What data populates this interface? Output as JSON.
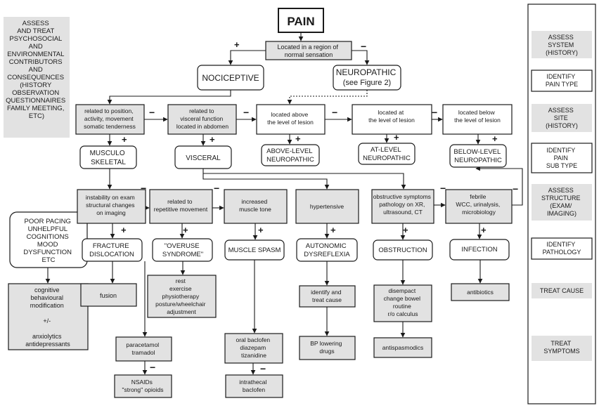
{
  "left_panel": {
    "top_block": [
      "ASSESS",
      "AND TREAT",
      "PSYCHOSOCIAL",
      "AND",
      "ENVIRONMENTAL",
      "CONTRIBUTORS",
      "AND",
      "CONSEQUENCES",
      "",
      "(HISTORY",
      "OBSERVATION",
      "QUESTIONNAIRES",
      "FAMILY MEETING,",
      "ETC)"
    ],
    "psych_factors": [
      "POOR PACING",
      "UNHELPFUL",
      "COGNITIONS",
      "MOOD",
      "DYSFUNCTION",
      "ETC"
    ],
    "psych_treatment": [
      "cognitive",
      "behavioural",
      "modification",
      "",
      "+/-",
      "",
      "anxiolytics",
      "antidepressants"
    ]
  },
  "right_panel": {
    "steps": [
      {
        "lines": [
          "ASSESS",
          "SYSTEM",
          "(HISTORY)"
        ],
        "style": "gray"
      },
      {
        "lines": [
          "IDENTIFY",
          "PAIN TYPE"
        ],
        "style": "white"
      },
      {
        "lines": [
          "ASSESS",
          "SITE",
          "(HISTORY)"
        ],
        "style": "gray"
      },
      {
        "lines": [
          "IDENTIFY",
          "PAIN",
          "SUB TYPE"
        ],
        "style": "white"
      },
      {
        "lines": [
          "ASSESS",
          "STRUCTURE",
          "(EXAM/",
          "IMAGING)"
        ],
        "style": "gray"
      },
      {
        "lines": [
          "IDENTIFY",
          "PATHOLOGY"
        ],
        "style": "white"
      },
      {
        "lines": [
          "TREAT CAUSE"
        ],
        "style": "gray"
      },
      {
        "lines": [
          "TREAT",
          "SYMPTOMS"
        ],
        "style": "gray"
      }
    ]
  },
  "flow": {
    "title": "PAIN",
    "location_question": [
      "Located in a region of",
      "normal sensation"
    ],
    "nociceptive": "NOCICEPTIVE",
    "neuropathic": [
      "NEUROPATHIC",
      "(see Figure 2)"
    ],
    "q_position": [
      "related to position,",
      "activity, movement",
      "somatic tenderness"
    ],
    "q_visceral": [
      "related to",
      "visceral function",
      "located in abdomen"
    ],
    "q_above": [
      "located above",
      "the level of lesion"
    ],
    "q_at": [
      "located at",
      "the level of lesion"
    ],
    "q_below": [
      "located below",
      "the level of lesion"
    ],
    "musculoskeletal": [
      "MUSCULO",
      "SKELETAL"
    ],
    "visceral": "VISCERAL",
    "above_level": [
      "ABOVE-LEVEL",
      "NEUROPATHIC"
    ],
    "at_level": [
      "AT-LEVEL",
      "NEUROPATHIC"
    ],
    "below_level": [
      "BELOW-LEVEL",
      "NEUROPATHIC"
    ],
    "q_instability": [
      "instability on exam",
      "structural changes",
      "on imaging"
    ],
    "q_repetitive": [
      "related to",
      "repetitive movement"
    ],
    "q_tone": [
      "increased",
      "muscle tone"
    ],
    "q_hypertensive": "hypertensive",
    "q_obstructive": [
      "obstructive symptoms",
      "pathology on XR,",
      "ultrasound, CT"
    ],
    "q_febrile": [
      "febrile",
      "WCC, urinalysis,",
      "microbiology"
    ],
    "fracture": [
      "FRACTURE",
      "DISLOCATION"
    ],
    "overuse": [
      "\"OVERUSE",
      "SYNDROME\""
    ],
    "spasm": "MUSCLE SPASM",
    "dysreflexia": [
      "AUTONOMIC",
      "DYSREFLEXIA"
    ],
    "obstruction": "OBSTRUCTION",
    "infection": "INFECTION",
    "t_fusion": "fusion",
    "t_rest": [
      "rest",
      "exercise",
      "physiotherapy",
      "posture/wheelchair",
      "adjustment"
    ],
    "t_paracetamol": [
      "paracetamol",
      "tramadol"
    ],
    "t_nsaids": [
      "NSAIDs",
      "\"strong\" opioids"
    ],
    "t_baclofen": [
      "oral baclofen",
      "diazepam",
      "tizanidine"
    ],
    "t_intrathecal": [
      "intrathecal",
      "baclofen"
    ],
    "t_identify": [
      "identify and",
      "treat cause"
    ],
    "t_bp": [
      "BP lowering",
      "drugs"
    ],
    "t_disempact": [
      "disempact",
      "change bowel",
      "routine",
      "r/o calculus"
    ],
    "t_antispasmodics": "antispasmodics",
    "t_antibiotics": "antibiotics",
    "plus": "+",
    "minus": "−"
  }
}
